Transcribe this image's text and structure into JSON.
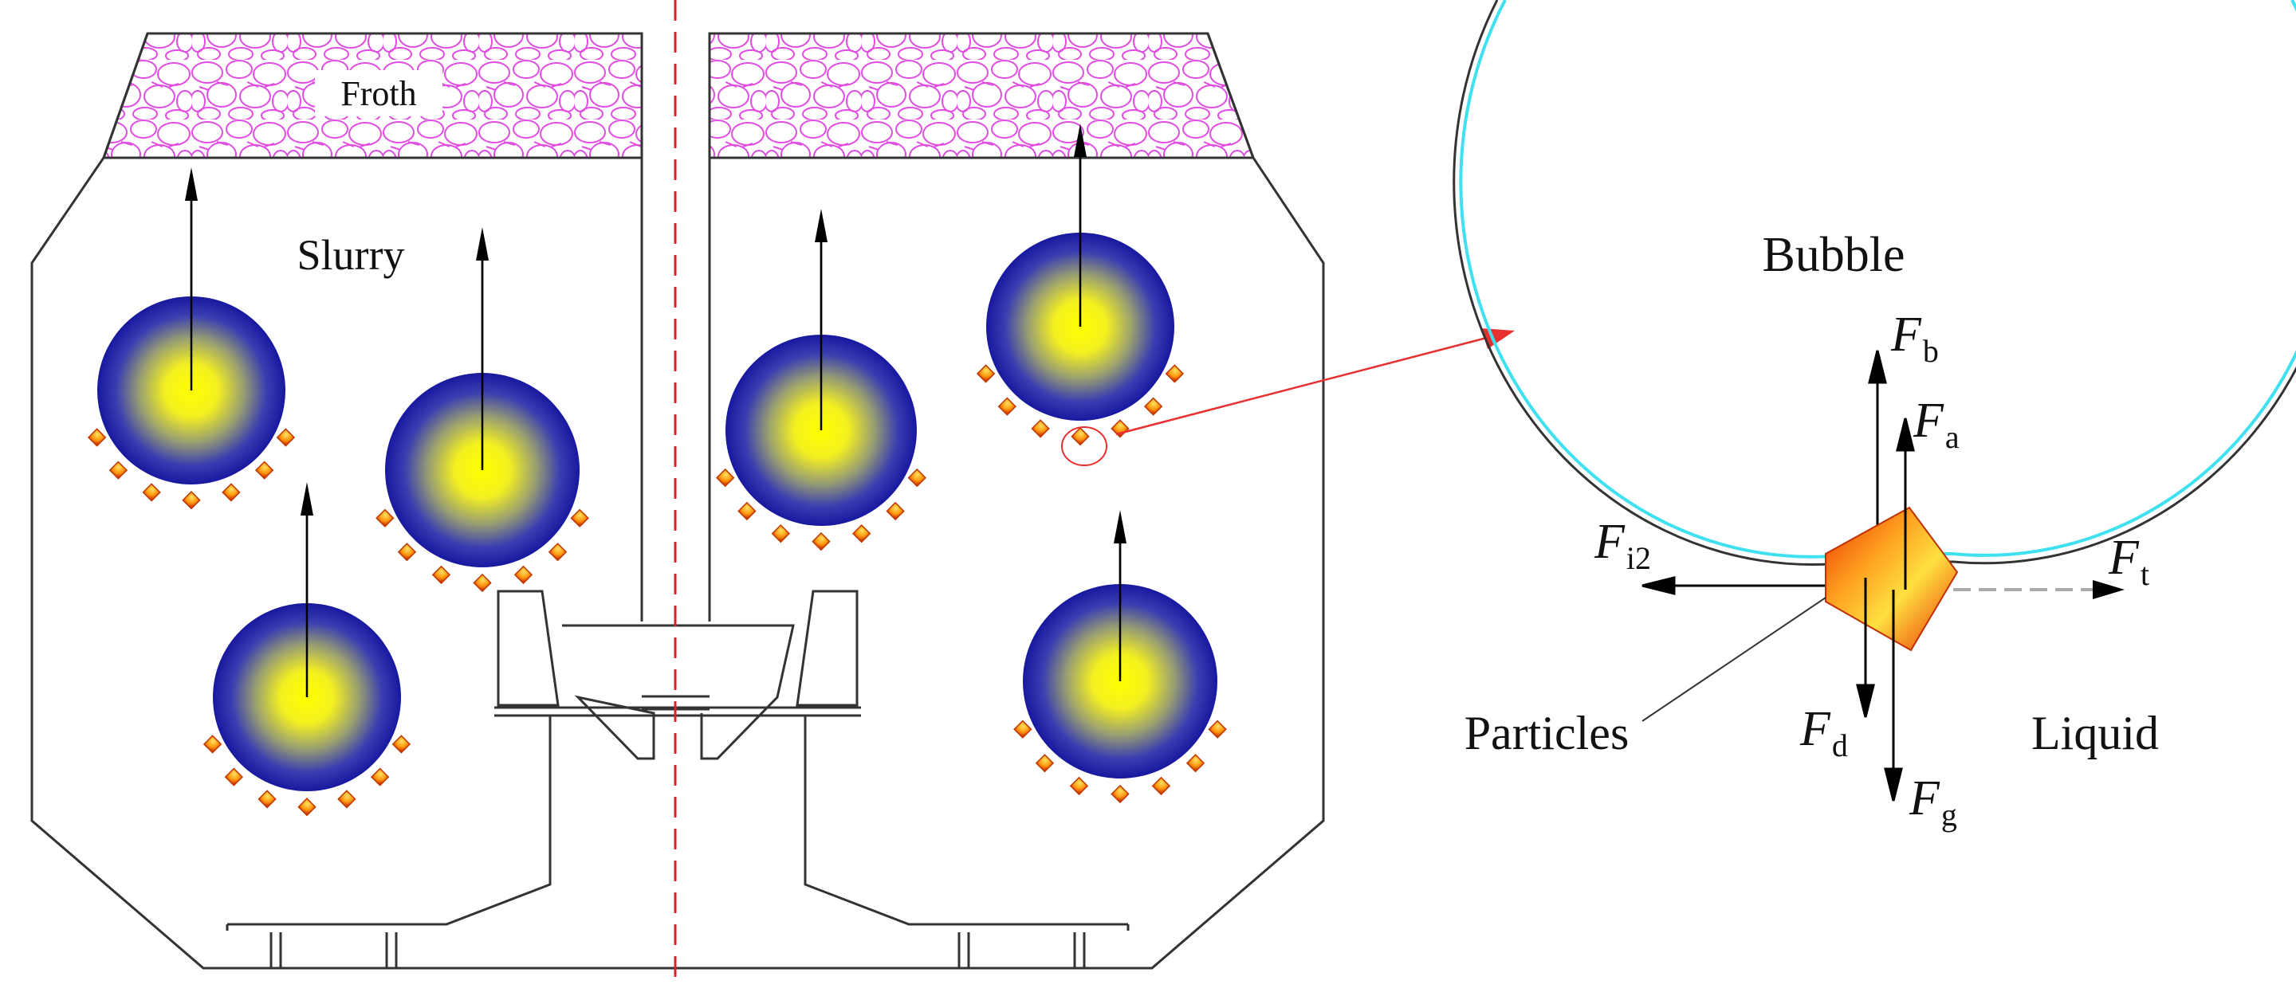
{
  "labels": {
    "froth": "Froth",
    "slurry": "Slurry",
    "bubble": "Bubble",
    "particles": "Particles",
    "liquid": "Liquid"
  },
  "forces": {
    "symbol": "F",
    "b": "b",
    "a": "a",
    "i2": "i2",
    "t": "t",
    "d": "d",
    "g": "g"
  },
  "colors": {
    "froth_pattern": "#e04de0",
    "bubble_core": "#ffff00",
    "bubble_edge": "#1a1aa8",
    "particle_light": "#ffd24d",
    "particle_dark": "#e64a00",
    "centerline": "#e02020",
    "callout": "#e83030",
    "bubble_film": "#3fe0f0"
  }
}
